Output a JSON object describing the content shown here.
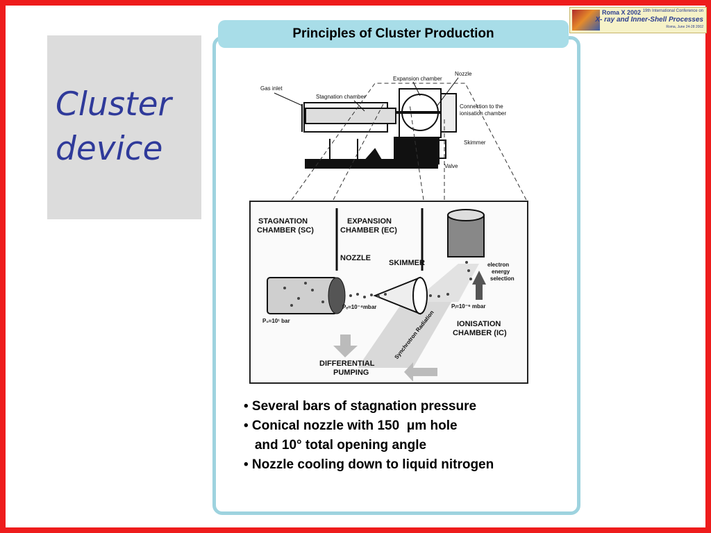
{
  "slide": {
    "title_line1": "Cluster",
    "title_line2": "device",
    "panel_header": "Principles of Cluster Production",
    "bullets": [
      "• Several bars of stagnation pressure",
      "• Conical nozzle with 150  μm hole",
      "   and 10° total opening angle",
      "• Nozzle cooling down to liquid nitrogen"
    ]
  },
  "logo": {
    "event": "Roma X 2002",
    "line1": "19th International Conference on",
    "line2": "X- ray and Inner-Shell Processes",
    "line3": "Roma, June 24-28 2002"
  },
  "diagram": {
    "top_labels": {
      "gas_inlet": "Gas inlet",
      "stagnation_chamber": "Stagnation chamber",
      "expansion_chamber": "Expansion chamber",
      "nozzle": "Nozzle",
      "connection_1": "Connection to the",
      "connection_2": "ionisation chamber",
      "skimmer": "Skimmer",
      "valve": "Valve"
    },
    "bottom_labels": {
      "stagnation_1": "STAGNATION",
      "stagnation_2": "CHAMBER (SC)",
      "expansion_1": "EXPANSION",
      "expansion_2": "CHAMBER (EC)",
      "nozzle": "NOZZLE",
      "skimmer": "SKIMMER",
      "electron_1": "electron",
      "electron_2": "energy",
      "electron_3": "selection",
      "p0": "P₀≈10¹ bar",
      "pe": "Pₑ≈10⁻⁴mbar",
      "pi": "Pᵢ≈10⁻⁶ mbar",
      "ionisation_1": "IONISATION",
      "ionisation_2": "CHAMBER (IC)",
      "differential_1": "DIFFERENTIAL",
      "differential_2": "PUMPING",
      "synchrotron": "Synchrotron Radiation"
    }
  },
  "colors": {
    "frame": "#ee1c1c",
    "panel_border": "#9ed3df",
    "header_bg": "#a8dde8",
    "title_text": "#2f3a9a",
    "title_box": "#dcdcdc"
  }
}
